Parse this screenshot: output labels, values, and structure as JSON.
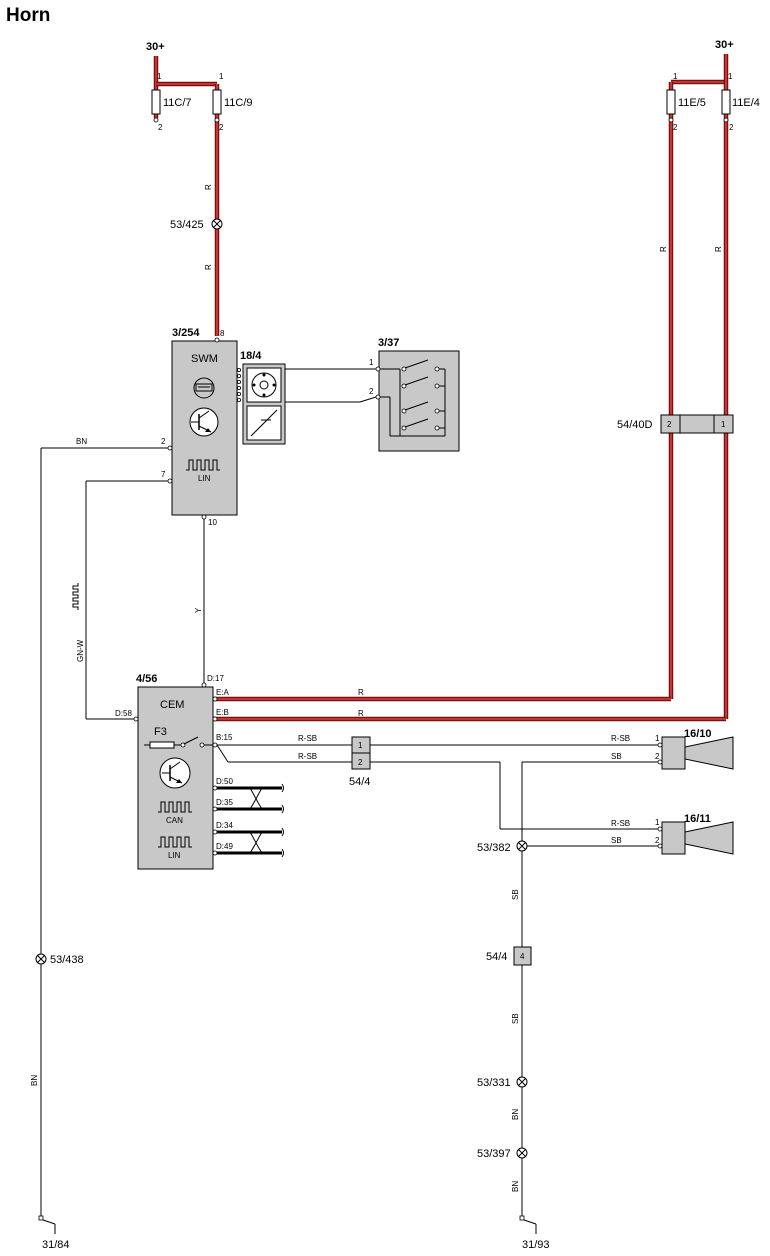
{
  "title": "Horn",
  "supply": {
    "left": "30+",
    "right": "30+"
  },
  "fuses": [
    {
      "id": "11C/7",
      "pin_top": "1",
      "pin_bottom": "2"
    },
    {
      "id": "11C/9",
      "pin_top": "1",
      "pin_bottom": "2"
    },
    {
      "id": "11E/5",
      "pin_top": "1",
      "pin_bottom": "2"
    },
    {
      "id": "11E/4",
      "pin_top": "1",
      "pin_bottom": "2"
    }
  ],
  "components": {
    "swm": {
      "ref": "3/254",
      "name": "SWM",
      "lin": "LIN",
      "pins": [
        "8",
        "2",
        "7",
        "10"
      ]
    },
    "clock_spring": {
      "ref": "18/4"
    },
    "horn_switch": {
      "ref": "3/37",
      "pins": [
        "1",
        "2"
      ]
    },
    "cem": {
      "ref": "4/56",
      "name": "CEM",
      "fuse": "F3",
      "can": "CAN",
      "lin": "LIN",
      "pins": [
        "D:17",
        "E:A",
        "E:B",
        "B:15",
        "D:58",
        "D:50",
        "D:35",
        "D:34",
        "D:49"
      ]
    },
    "connector_54_40d": {
      "ref": "54/40D",
      "pins": [
        "2",
        "1"
      ]
    },
    "connector_54_4a": {
      "ref": "54/4",
      "pins": [
        "1",
        "2"
      ]
    },
    "connector_54_4b": {
      "ref": "54/4",
      "pins": [
        "4"
      ]
    },
    "horn_high": {
      "ref": "16/10",
      "pins": [
        "1",
        "2"
      ]
    },
    "horn_low": {
      "ref": "16/11",
      "pins": [
        "1",
        "2"
      ]
    }
  },
  "splices": [
    "53/425",
    "53/438",
    "53/382",
    "53/331",
    "53/397"
  ],
  "grounds": [
    "31/84",
    "31/93"
  ],
  "wire_colors": {
    "r": "R",
    "bn": "BN",
    "gnw": "GN-W",
    "y": "Y",
    "rsb": "R-SB",
    "sb": "SB"
  },
  "colors": {
    "power_wire": "#7a1010",
    "power_wire_highlight": "#d84040",
    "component_fill": "#c8c8c8"
  }
}
